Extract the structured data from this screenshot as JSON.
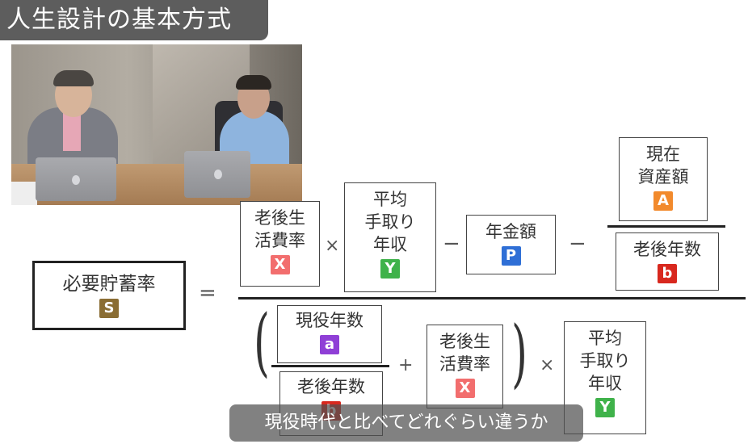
{
  "title": "人生設計の基本方式",
  "colors": {
    "X": "#f26e6e",
    "Y": "#3fb24a",
    "P": "#2f6fd6",
    "A": "#f28a2c",
    "b": "#d8281e",
    "S": "#8a6d33",
    "a": "#8f3fd6"
  },
  "formula": {
    "lhs": {
      "label": "必要貯蓄率",
      "tile": "S"
    },
    "equals": "=",
    "numerator": {
      "x_box": {
        "lines": [
          "老後生",
          "活費率"
        ],
        "tile": "X"
      },
      "times1": "×",
      "y_box": {
        "lines": [
          "平均",
          "手取り",
          "年収"
        ],
        "tile": "Y"
      },
      "minus1": "−",
      "p_box": {
        "label": "年金額",
        "tile": "P"
      },
      "minus2": "−",
      "a_box": {
        "lines": [
          "現在",
          "資産額"
        ],
        "tile": "A"
      },
      "b_box": {
        "label": "老後年数",
        "tile": "b"
      }
    },
    "denominator": {
      "a_box": {
        "label": "現役年数",
        "tile": "a"
      },
      "b_box": {
        "label": "老後年数",
        "tile": "b"
      },
      "plus": "+",
      "x_box": {
        "lines": [
          "老後生",
          "活費率"
        ],
        "tile": "X"
      },
      "times": "×",
      "y_box": {
        "lines": [
          "平均",
          "手取り",
          "年収"
        ],
        "tile": "Y"
      }
    }
  },
  "subtitle": "現役時代と比べてどれぐらい違うか"
}
